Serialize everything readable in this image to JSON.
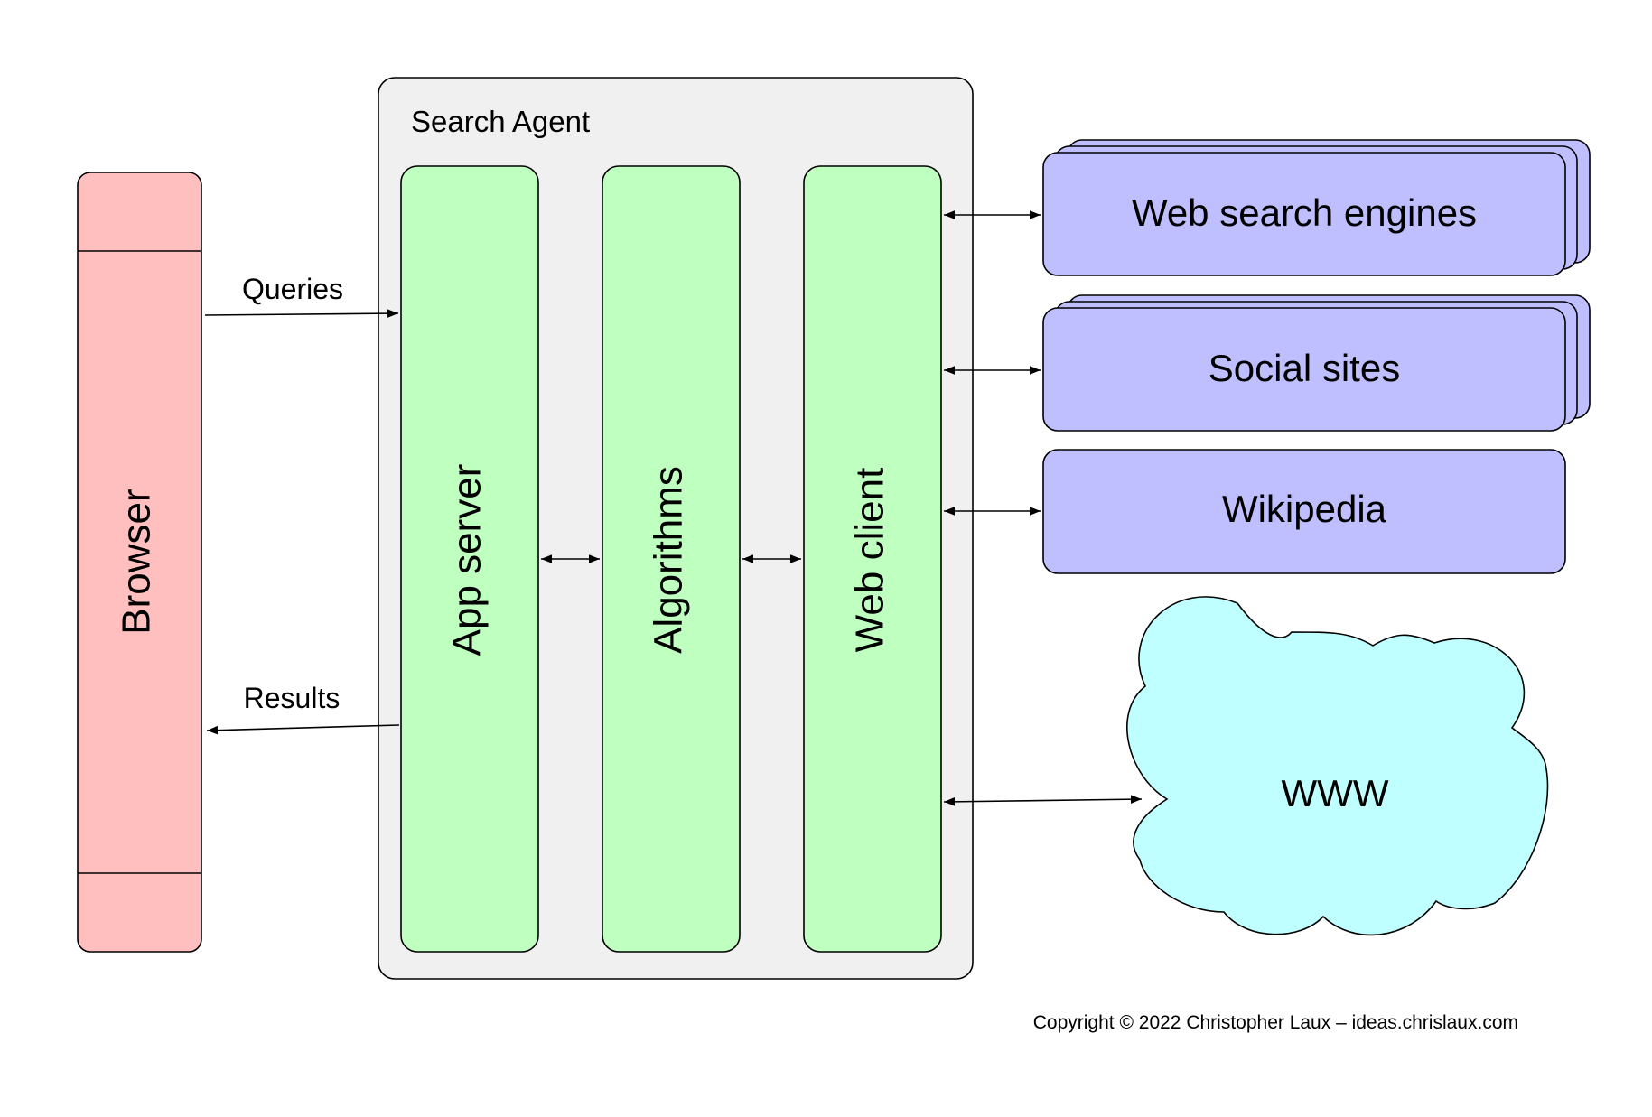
{
  "colors": {
    "browser_fill": "#ffbfbf",
    "agent_fill": "#f0f0f0",
    "component_fill": "#bfffbf",
    "source_fill": "#bfbfff",
    "cloud_fill": "#bfffff",
    "stroke": "#000000"
  },
  "browser": {
    "label": "Browser"
  },
  "agent": {
    "title": "Search Agent",
    "components": [
      {
        "label": "App server"
      },
      {
        "label": "Algorithms"
      },
      {
        "label": "Web client"
      }
    ]
  },
  "sources": [
    {
      "label": "Web search engines",
      "stacked": true
    },
    {
      "label": "Social sites",
      "stacked": true
    },
    {
      "label": "Wikipedia",
      "stacked": false
    }
  ],
  "cloud": {
    "label": "WWW"
  },
  "flows": {
    "queries": "Queries",
    "results": "Results"
  },
  "footer": {
    "copyright": "Copyright © 2022 Christopher Laux – ideas.chrislaux.com"
  }
}
